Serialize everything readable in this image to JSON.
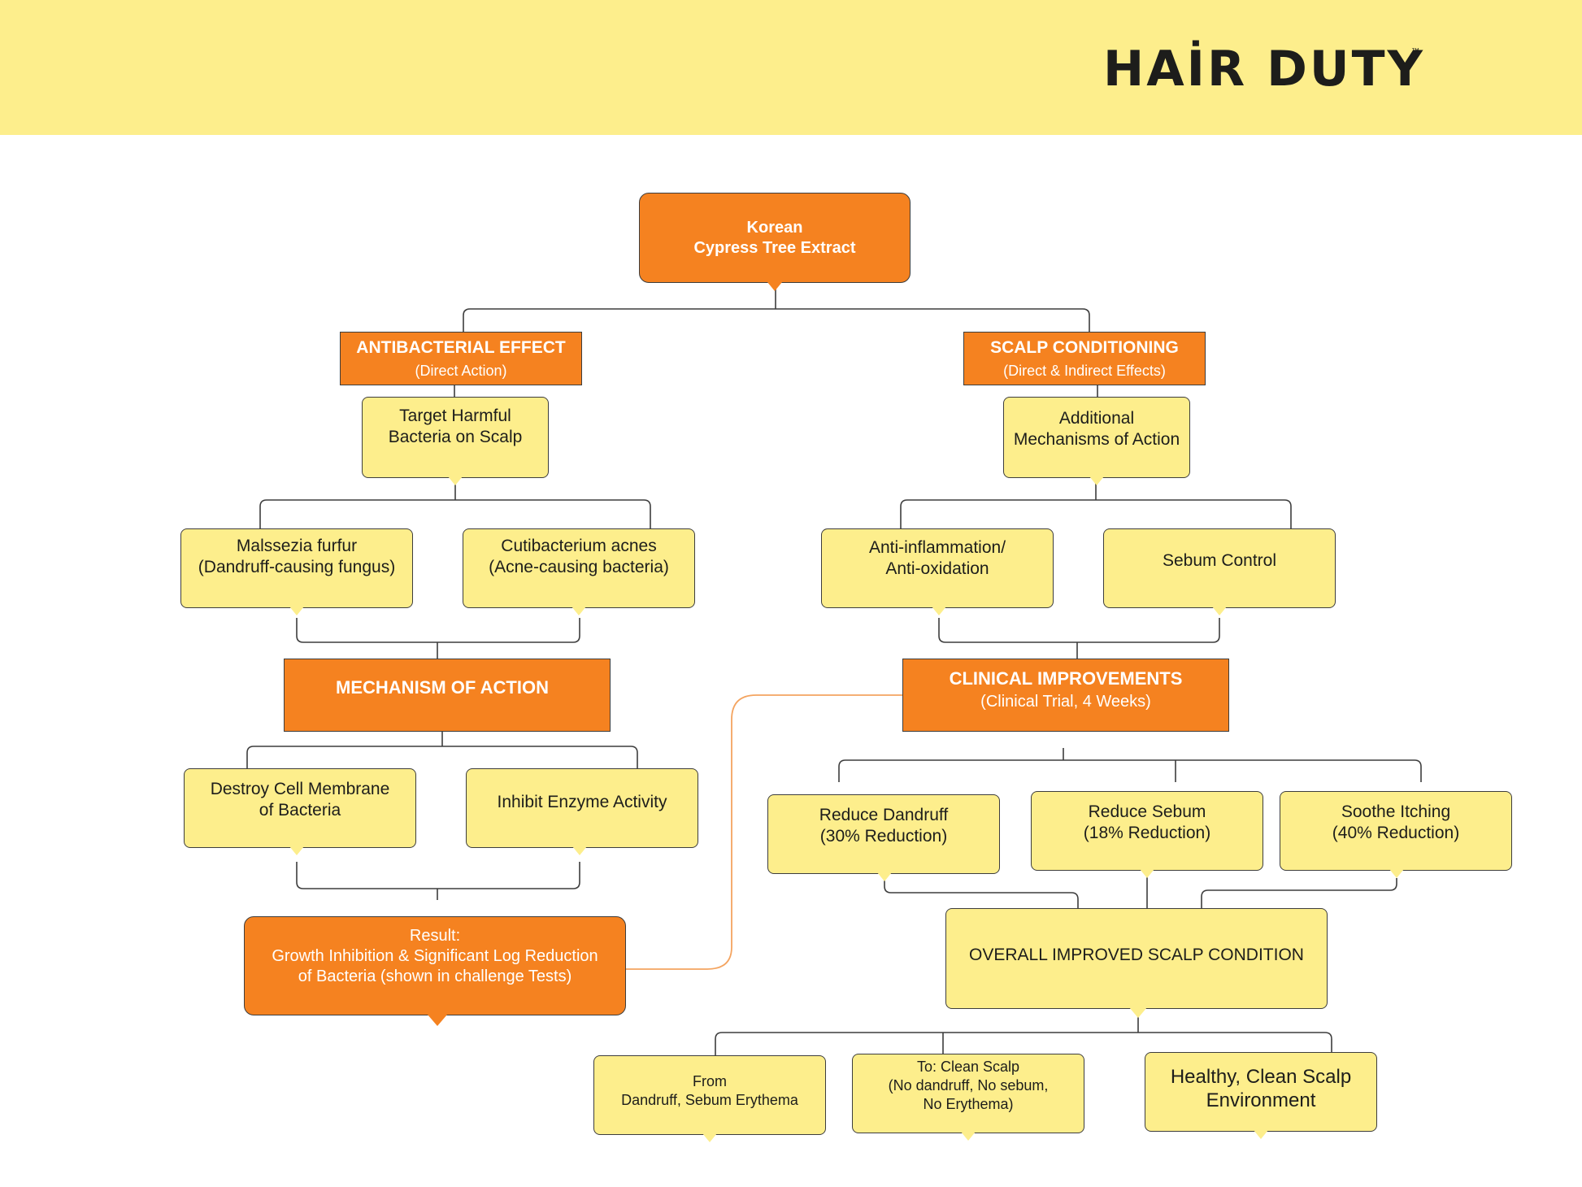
{
  "brand": {
    "logo_text": "HAİR DUTY",
    "trademark": "™"
  },
  "colors": {
    "header_bg": "#fdee8c",
    "orange": "#f58220",
    "yellow": "#fdee8c",
    "line": "#3d3d3d",
    "connector_orange": "#f4a460"
  },
  "root": {
    "line1": "Korean",
    "line2": "Cypress Tree Extract"
  },
  "antibacterial": {
    "title": "ANTIBACTERIAL EFFECT",
    "subtitle": "(Direct Action)"
  },
  "scalp_conditioning": {
    "title": "SCALP CONDITIONING",
    "subtitle": "(Direct & Indirect Effects)"
  },
  "target_bacteria": {
    "line1": "Target Harmful",
    "line2": "Bacteria on Scalp"
  },
  "additional_mechanisms": {
    "line1": "Additional",
    "line2": "Mechanisms of Action"
  },
  "malassezia": {
    "line1": "Malssezia furfur",
    "line2": "(Dandruff-causing fungus)"
  },
  "cutibacterium": {
    "line1": "Cutibacterium acnes",
    "line2": "(Acne-causing bacteria)"
  },
  "anti_inflammation": {
    "line1": "Anti-inflammation/",
    "line2": "Anti-oxidation"
  },
  "sebum_control": {
    "label": "Sebum Control"
  },
  "mechanism": {
    "title": "MECHANISM OF ACTION"
  },
  "clinical": {
    "title": "CLINICAL IMPROVEMENTS",
    "subtitle": "(Clinical Trial, 4 Weeks)"
  },
  "destroy_membrane": {
    "line1": "Destroy Cell Membrane",
    "line2": "of Bacteria"
  },
  "inhibit_enzyme": {
    "label": "Inhibit Enzyme Activity"
  },
  "reduce_dandruff": {
    "line1": "Reduce Dandruff",
    "line2": "(30% Reduction)"
  },
  "reduce_sebum": {
    "line1": "Reduce Sebum",
    "line2": "(18% Reduction)"
  },
  "soothe_itching": {
    "line1": "Soothe Itching",
    "line2": "(40% Reduction)"
  },
  "result": {
    "line1": "Result:",
    "line2": "Growth Inhibition & Significant Log Reduction",
    "line3": "of Bacteria (shown in challenge Tests)"
  },
  "overall": {
    "label": "OVERALL IMPROVED SCALP CONDITION"
  },
  "from_box": {
    "line1": "From",
    "line2": "Dandruff, Sebum Erythema"
  },
  "to_box": {
    "line1": "To: Clean Scalp",
    "line2": "(No dandruff, No sebum,",
    "line3": "No Erythema)"
  },
  "healthy": {
    "line1": "Healthy, Clean Scalp",
    "line2": "Environment"
  }
}
